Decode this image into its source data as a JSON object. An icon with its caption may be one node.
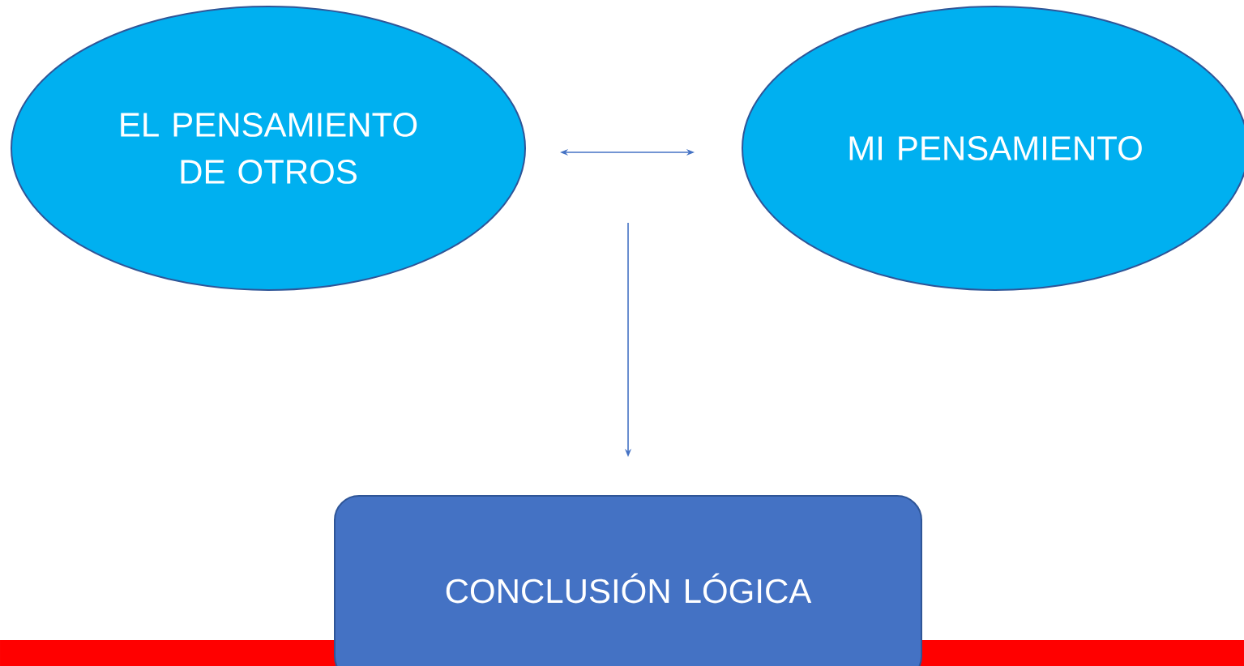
{
  "diagram": {
    "nodes": [
      {
        "text": [
          "EL PENSAMIENTO DE OTROS"
        ]
      },
      {
        "text": [
          "MI PENSAMIENTO"
        ]
      },
      {
        "text": [
          "CONCLUSIÓN LÓGICA"
        ]
      }
    ],
    "edges": [
      {
        "from": 0,
        "to": 1,
        "arrow": "both"
      },
      {
        "from": null,
        "to": 2,
        "arrow": "to"
      }
    ]
  }
}
